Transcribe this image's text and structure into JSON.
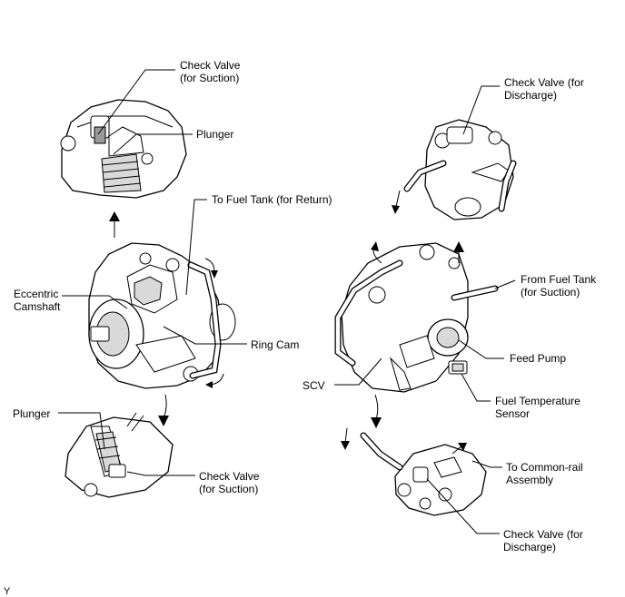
{
  "labels": {
    "check_valve_suction_top": [
      "Check Valve",
      "(for Suction)"
    ],
    "plunger_top": "Plunger",
    "to_fuel_tank_return": "To Fuel Tank (for Return)",
    "eccentric_camshaft": [
      "Eccentric",
      "Camshaft"
    ],
    "ring_cam": "Ring Cam",
    "plunger_bottom": "Plunger",
    "check_valve_suction_bottom": [
      "Check Valve",
      "(for Suction)"
    ],
    "check_valve_discharge_top": [
      "Check Valve (for",
      "Discharge)"
    ],
    "from_fuel_tank": [
      "From Fuel Tank",
      "(for Suction)"
    ],
    "feed_pump": "Feed Pump",
    "scv": "SCV",
    "fuel_temperature_sensor": [
      "Fuel Temperature",
      "Sensor"
    ],
    "to_common_rail": [
      "To Common-rail",
      "Assembly"
    ],
    "check_valve_discharge_bottom": [
      "Check Valve (for",
      "Discharge)"
    ],
    "corner_mark": "Y"
  }
}
